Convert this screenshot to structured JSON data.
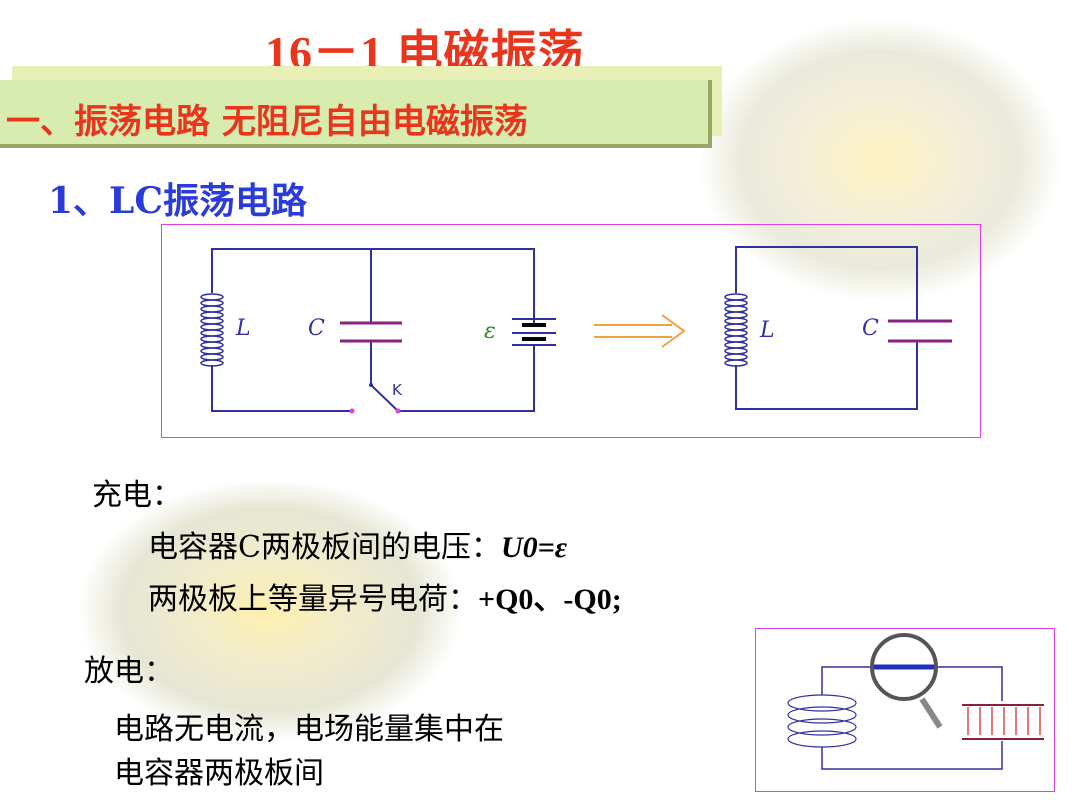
{
  "title": "16－1   电磁振荡",
  "section_heading": "一、振荡电路   无阻尼自由电磁振荡",
  "subheading_prefix": "1、LC",
  "subheading_cn": "振荡电路",
  "circuit_labels": {
    "inductor": "L",
    "capacitor": "C",
    "emf": "ε",
    "switch": "K"
  },
  "charging": {
    "heading": "充电：",
    "voltage_prefix": "电容器C两极板间的电压：",
    "voltage_value": "U0=ε",
    "charge_prefix": "两极板上等量异号电荷：",
    "charge_value": "+Q0、-Q0;"
  },
  "discharging": {
    "heading": "放电：",
    "line1": "电路无电流，电场能量集中在",
    "line2": "电容器两极板间"
  },
  "colors": {
    "title": "#e8351c",
    "subheading": "#2b3bd8",
    "wire": "#3030a0",
    "capacitor": "#8a2080",
    "box_border": "#e040e0",
    "banner": "#d8ecb0"
  }
}
